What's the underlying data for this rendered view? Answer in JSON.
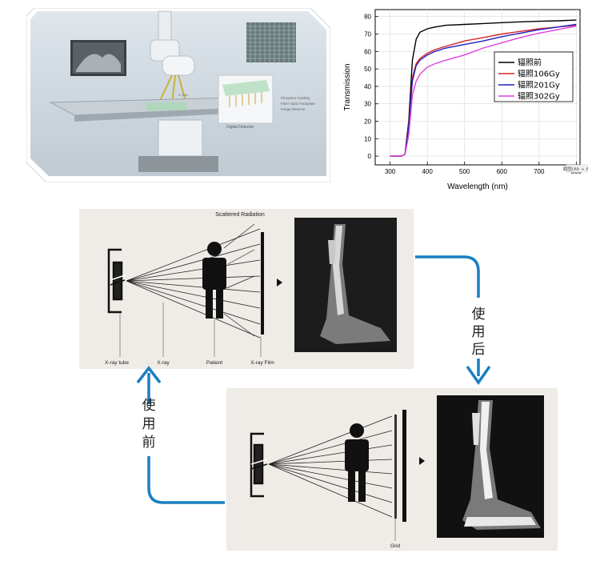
{
  "photo": {
    "callouts": [
      "Phosphor Coating",
      "Fiber Optic Faceplate",
      "Image Detector"
    ],
    "flat_panel_label": "Digital Detector",
    "small_label": "C-Grid"
  },
  "chart_data": {
    "type": "line",
    "xlabel": "Wavelength (nm)",
    "ylabel": "Transmission",
    "xlim": [
      260,
      810
    ],
    "ylim": [
      -5,
      84
    ],
    "xticks": [
      300,
      400,
      500,
      600,
      700,
      800
    ],
    "yticks": [
      0,
      10,
      20,
      30,
      40,
      50,
      60,
      70,
      80
    ],
    "grid": true,
    "legend_position": "right",
    "series": [
      {
        "name": "辐照前",
        "color": "#000000",
        "x": [
          300,
          330,
          340,
          350,
          360,
          370,
          380,
          400,
          420,
          450,
          500,
          550,
          600,
          650,
          700,
          750,
          800
        ],
        "y": [
          0,
          0,
          1,
          20,
          55,
          67,
          71,
          73,
          74,
          75,
          75.5,
          76,
          76.5,
          77,
          77.3,
          77.6,
          78
        ]
      },
      {
        "name": "辐照106Gy",
        "color": "#d62728",
        "x": [
          300,
          330,
          340,
          350,
          360,
          370,
          380,
          400,
          420,
          450,
          500,
          550,
          600,
          650,
          700,
          750,
          800
        ],
        "y": [
          0,
          0,
          1,
          18,
          45,
          53,
          56,
          59,
          61,
          63,
          66,
          68,
          70,
          71.5,
          73,
          74,
          75
        ]
      },
      {
        "name": "辐照201Gy",
        "color": "#1f1fbf",
        "x": [
          300,
          330,
          340,
          350,
          360,
          370,
          380,
          400,
          420,
          450,
          500,
          550,
          600,
          650,
          700,
          750,
          800
        ],
        "y": [
          0,
          0,
          1,
          17,
          43,
          52,
          55,
          58,
          60,
          62,
          64,
          66,
          68.5,
          70.5,
          72.5,
          74,
          75.5
        ]
      },
      {
        "name": "辐照302Gy",
        "color": "#e040e0",
        "x": [
          300,
          330,
          340,
          350,
          360,
          370,
          380,
          400,
          420,
          450,
          500,
          550,
          600,
          650,
          700,
          750,
          800
        ],
        "y": [
          0,
          0,
          1,
          12,
          35,
          43,
          47,
          51,
          53,
          55,
          58,
          62,
          65,
          68,
          70.5,
          72.5,
          74.5
        ]
      }
    ],
    "badge": "截图(Alt + A)"
  },
  "diagram_top": {
    "scatter_label": "Scattered Radiation",
    "labels": [
      "X-ray tube",
      "X-ray",
      "Patient",
      "X-ray Film"
    ]
  },
  "diagram_bottom": {
    "grid_label": "Grid"
  },
  "arrows": {
    "after_chars": [
      "使",
      "用",
      "后"
    ],
    "before_chars": [
      "使",
      "用",
      "前"
    ]
  },
  "colors": {
    "arrow": "#1a7fc1",
    "paper": "#efebe6",
    "xray_bg": "#1c1c1c"
  }
}
